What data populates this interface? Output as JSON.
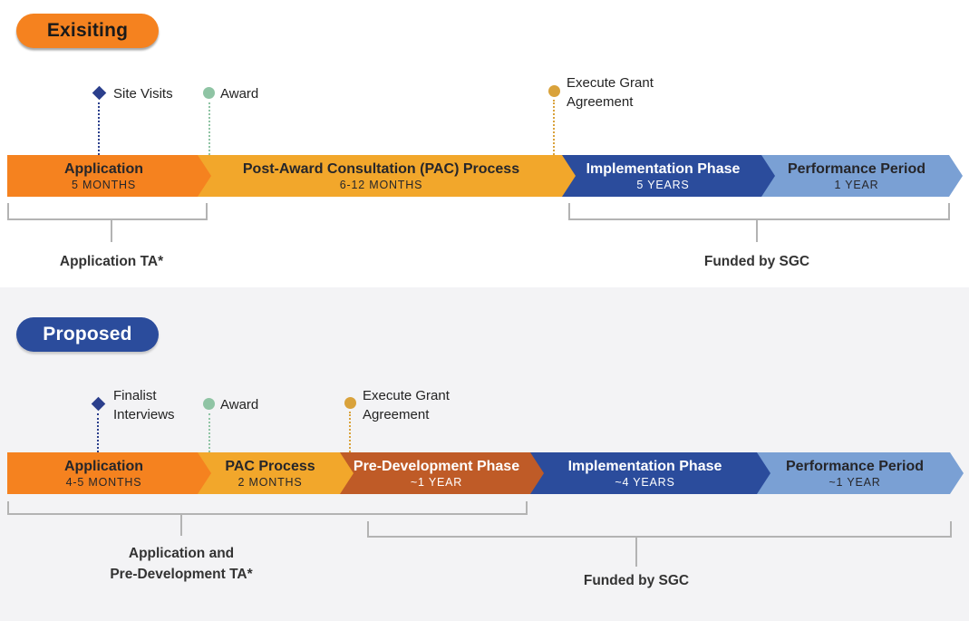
{
  "colors": {
    "orange": "#f5821f",
    "gold": "#f2a72b",
    "dark_blue": "#2b4c9c",
    "light_blue": "#7aa0d4",
    "rust": "#bf5b27",
    "marker_navy": "#2b3f8c",
    "marker_green": "#8fc4a4",
    "marker_gold": "#d9a23b",
    "bracket_gray": "#b3b3b3",
    "proposed_section_bg": "#f3f3f5"
  },
  "existing": {
    "pill": "Exisiting",
    "markers": {
      "site_visits": {
        "label": "Site Visits"
      },
      "award": {
        "label": "Award"
      },
      "execute": {
        "line1": "Execute Grant",
        "line2": "Agreement"
      }
    },
    "segments": [
      {
        "title": "Application",
        "duration": "5 MONTHS"
      },
      {
        "title": "Post-Award Consultation (PAC) Process",
        "duration": "6-12 MONTHS"
      },
      {
        "title": "Implementation Phase",
        "duration": "5 YEARS"
      },
      {
        "title": "Performance Period",
        "duration": "1 YEAR"
      }
    ],
    "ta_bracket": {
      "label": "Application TA*"
    },
    "funded_bracket": {
      "label": "Funded by SGC"
    }
  },
  "proposed": {
    "pill": "Proposed",
    "markers": {
      "finalist": {
        "line1": "Finalist",
        "line2": "Interviews"
      },
      "award": {
        "label": "Award"
      },
      "execute": {
        "line1": "Execute Grant",
        "line2": "Agreement"
      }
    },
    "segments": [
      {
        "title": "Application",
        "duration": "4-5 MONTHS"
      },
      {
        "title": "PAC Process",
        "duration": "2 MONTHS"
      },
      {
        "title": "Pre-Development Phase",
        "duration": "~1 YEAR"
      },
      {
        "title": "Implementation Phase",
        "duration": "~4 YEARS"
      },
      {
        "title": "Performance Period",
        "duration": "~1 YEAR"
      }
    ],
    "ta_bracket": {
      "line1": "Application and",
      "line2": "Pre-Development TA*"
    },
    "funded_bracket": {
      "label": "Funded by SGC"
    }
  }
}
